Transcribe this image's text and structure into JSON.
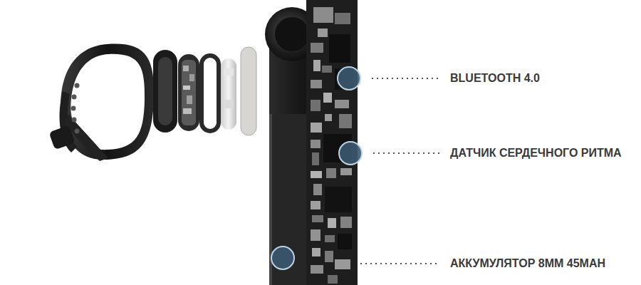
{
  "diagram": {
    "labels": [
      "BLUETOOTH 4.0",
      "ДАТЧИК СЕРДЕЧНОГО РИТМА",
      "АККУМУЛЯТОР 8MM 45MAH"
    ]
  }
}
